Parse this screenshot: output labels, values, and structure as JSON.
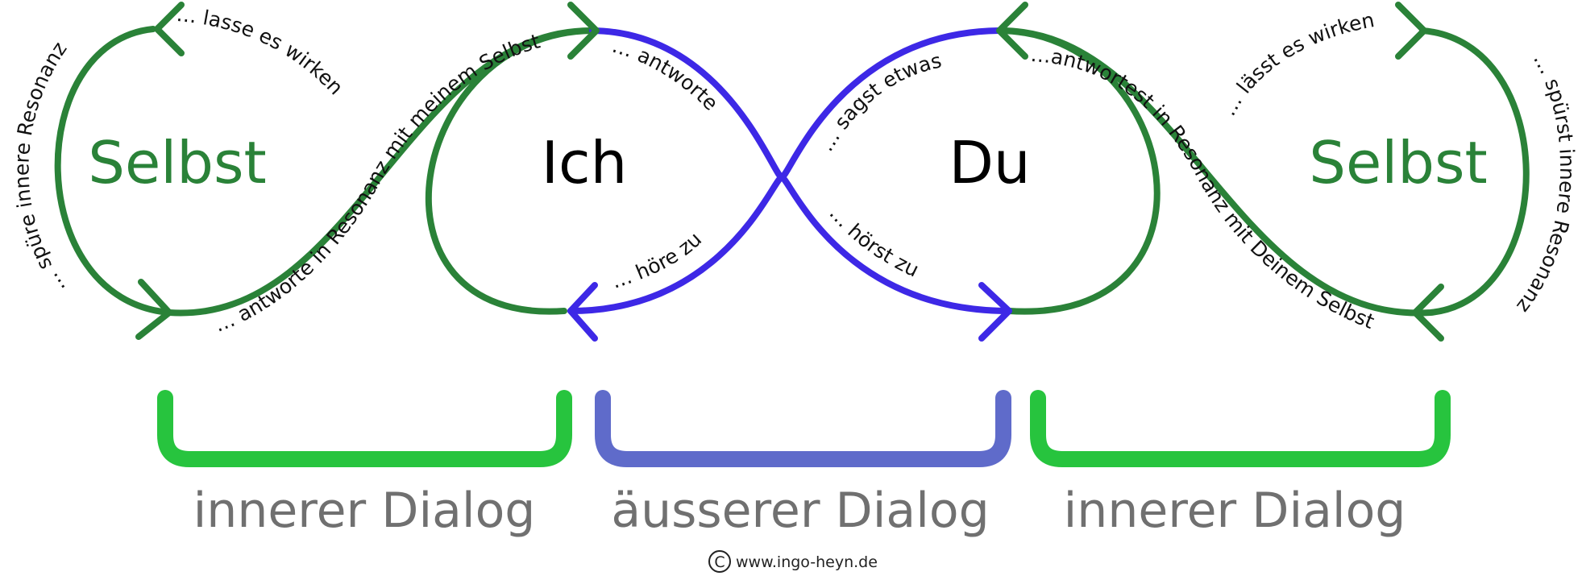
{
  "colors": {
    "inner_loop": "#2a8238",
    "outer_loop": "#3d28e6",
    "inner_bracket": "#27c43e",
    "outer_bracket": "#5f6bca",
    "footer_text": "#707070",
    "node_text": "#000000"
  },
  "nodes": {
    "selbst_left": "Selbst",
    "ich": "Ich",
    "du": "Du",
    "selbst_right": "Selbst"
  },
  "loop_labels": {
    "lasse_es_wirken": "… lasse  es  wirken",
    "spuere_innere_resonanz": "… spüre innere Resonanz",
    "antworte_in_resonanz": "… antworte in Resonanz mit meinem Selbst",
    "antworte": "… antworte",
    "hoere_zu": "… höre zu",
    "sagst_etwas": "… sagst etwas",
    "hoerst_zu": "… hörst zu",
    "antwortest_in_resonanz": "…antwortest in Resonanz mit Deinem Selbst",
    "laesst_es_wirken": "… lässt es wirken",
    "spuerst_innere_resonanz": "… spürst innere Resonanz"
  },
  "brackets": {
    "left": "innerer Dialog",
    "middle": "äusserer Dialog",
    "right": "innerer Dialog"
  },
  "copyright": {
    "symbol": "C",
    "site": "www.ingo-heyn.de"
  }
}
